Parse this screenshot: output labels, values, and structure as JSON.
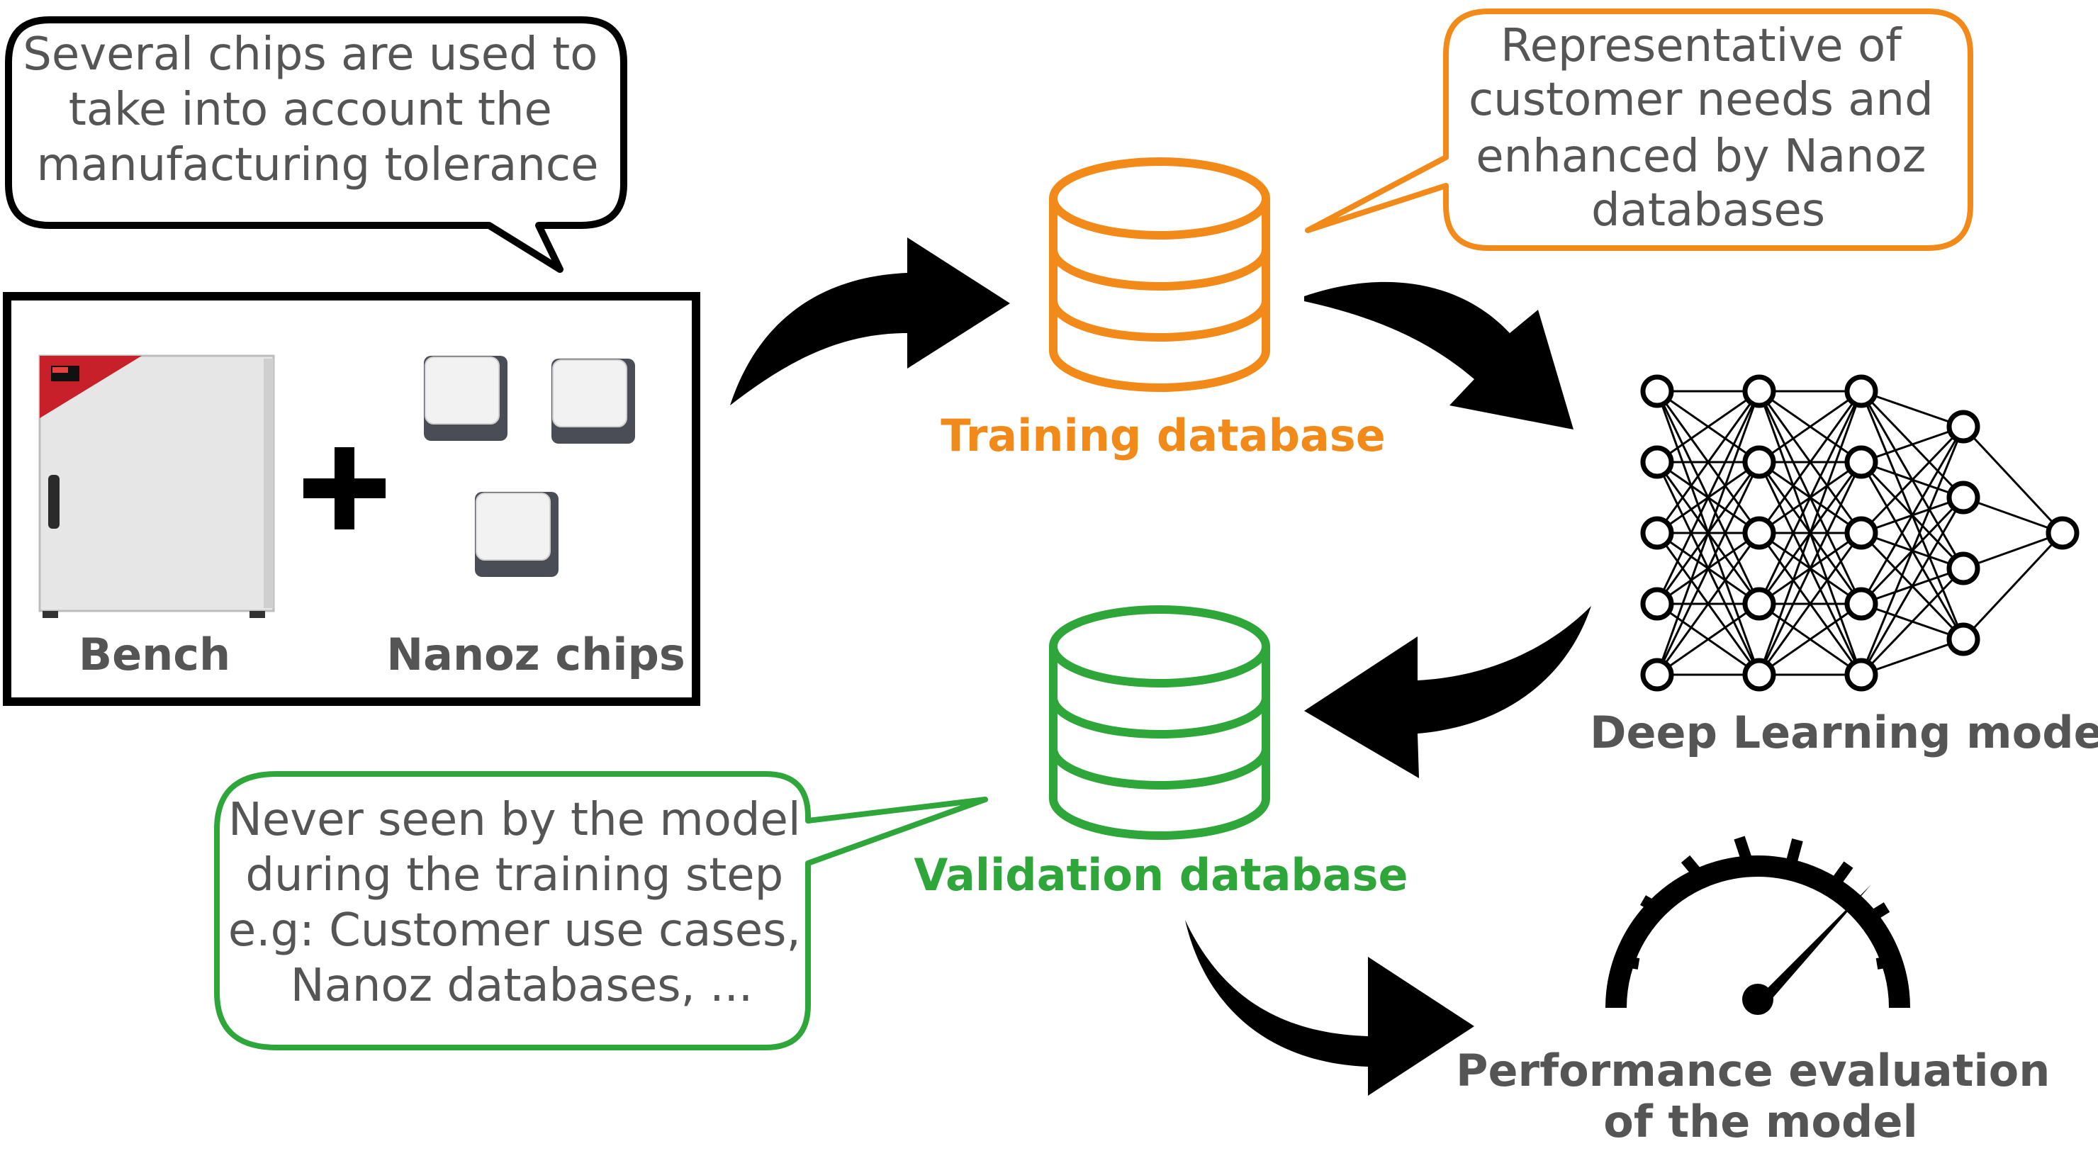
{
  "bubbles": {
    "chips": [
      "Several chips are used to",
      "take into account the",
      "manufacturing tolerance"
    ],
    "training": [
      "Representative of",
      "customer needs and",
      "enhanced by Nanoz",
      "databases"
    ],
    "validation": [
      "Never seen by the model",
      "during the training step",
      "e.g: Customer use cases,",
      "Nanoz databases, ..."
    ]
  },
  "labels": {
    "bench": "Bench",
    "chips": "Nanoz chips",
    "training_db": "Training database",
    "validation_db": "Validation database",
    "model": "Deep Learning model",
    "performance": [
      "Performance evaluation",
      "of the model"
    ]
  },
  "colors": {
    "orange": "#f28a1a",
    "green": "#2ea63a",
    "text_grey": "#555555",
    "black": "#000000"
  },
  "icons": {
    "bench": "incubator-icon",
    "chip": "sensor-chip-icon",
    "plus": "plus-icon",
    "database": "database-icon",
    "neural_net": "neural-network-icon",
    "gauge": "speedometer-icon"
  },
  "network": {
    "layers": [
      5,
      5,
      5,
      4,
      1
    ]
  }
}
